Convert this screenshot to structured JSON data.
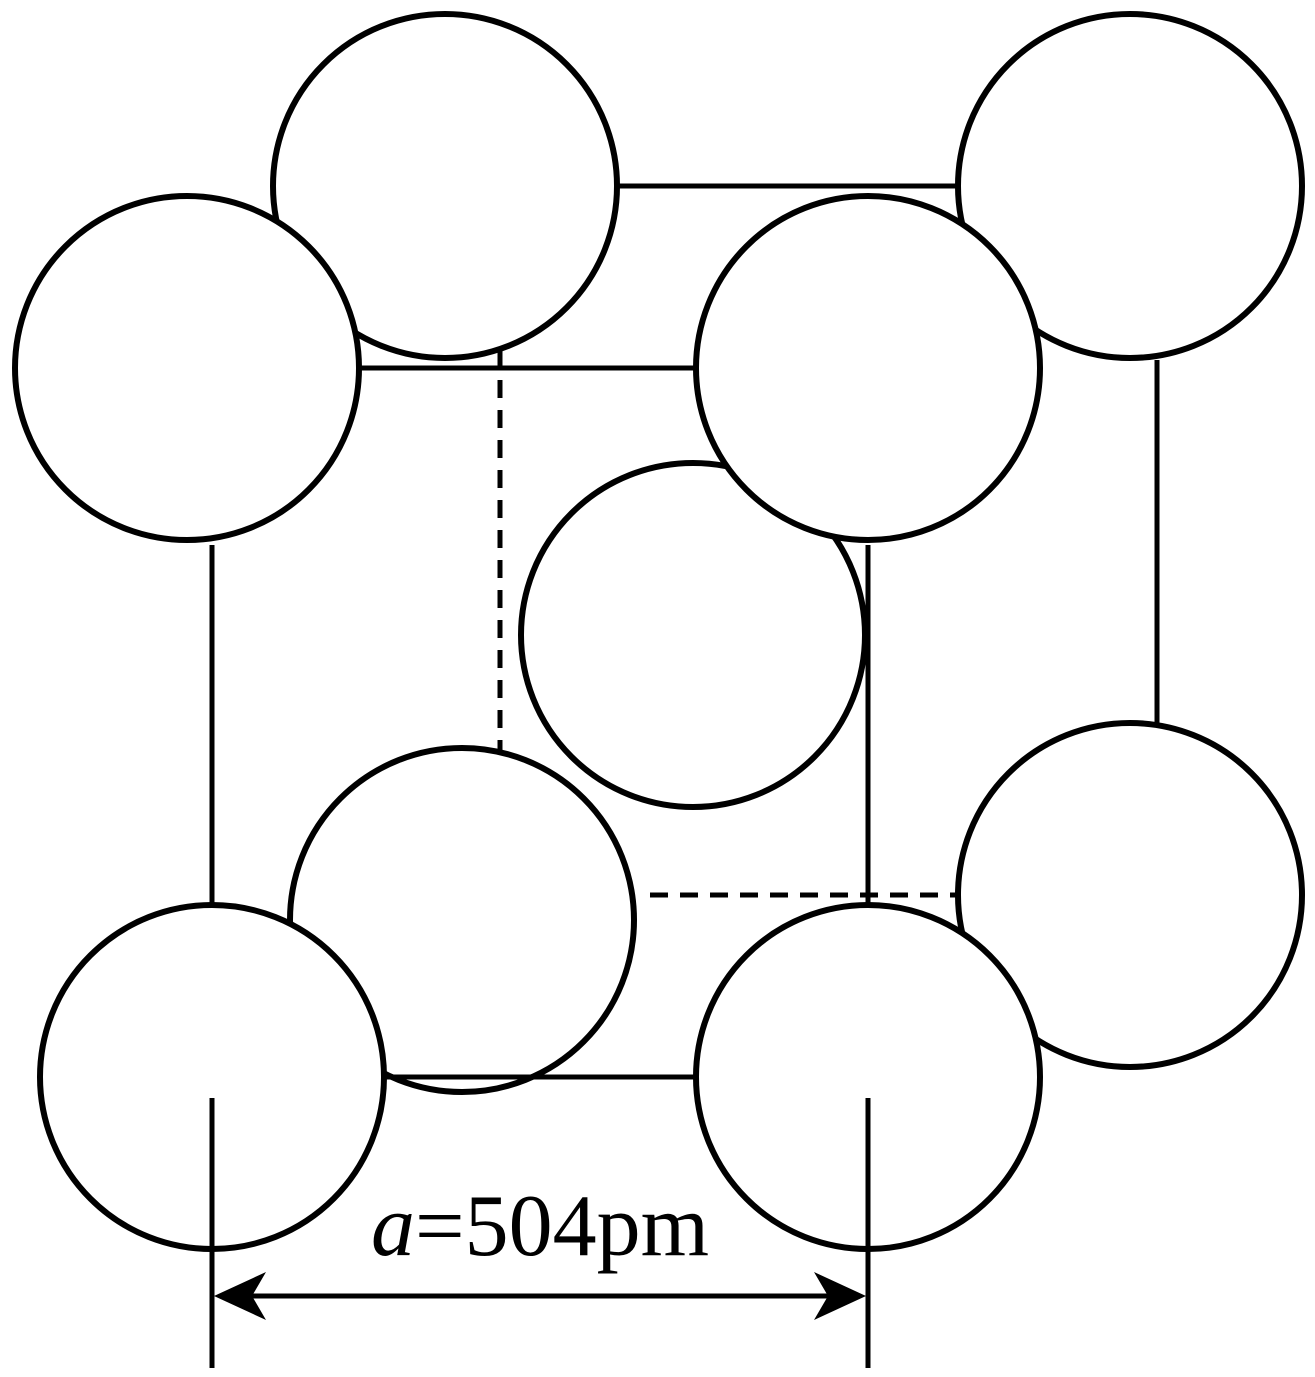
{
  "diagram": {
    "type": "unit cell",
    "lattice_parameter": {
      "symbol": "a",
      "value": "=504pm"
    },
    "colors": {
      "stroke": "#000000",
      "atom_fill": "#ffffff",
      "background": "#ffffff"
    }
  }
}
